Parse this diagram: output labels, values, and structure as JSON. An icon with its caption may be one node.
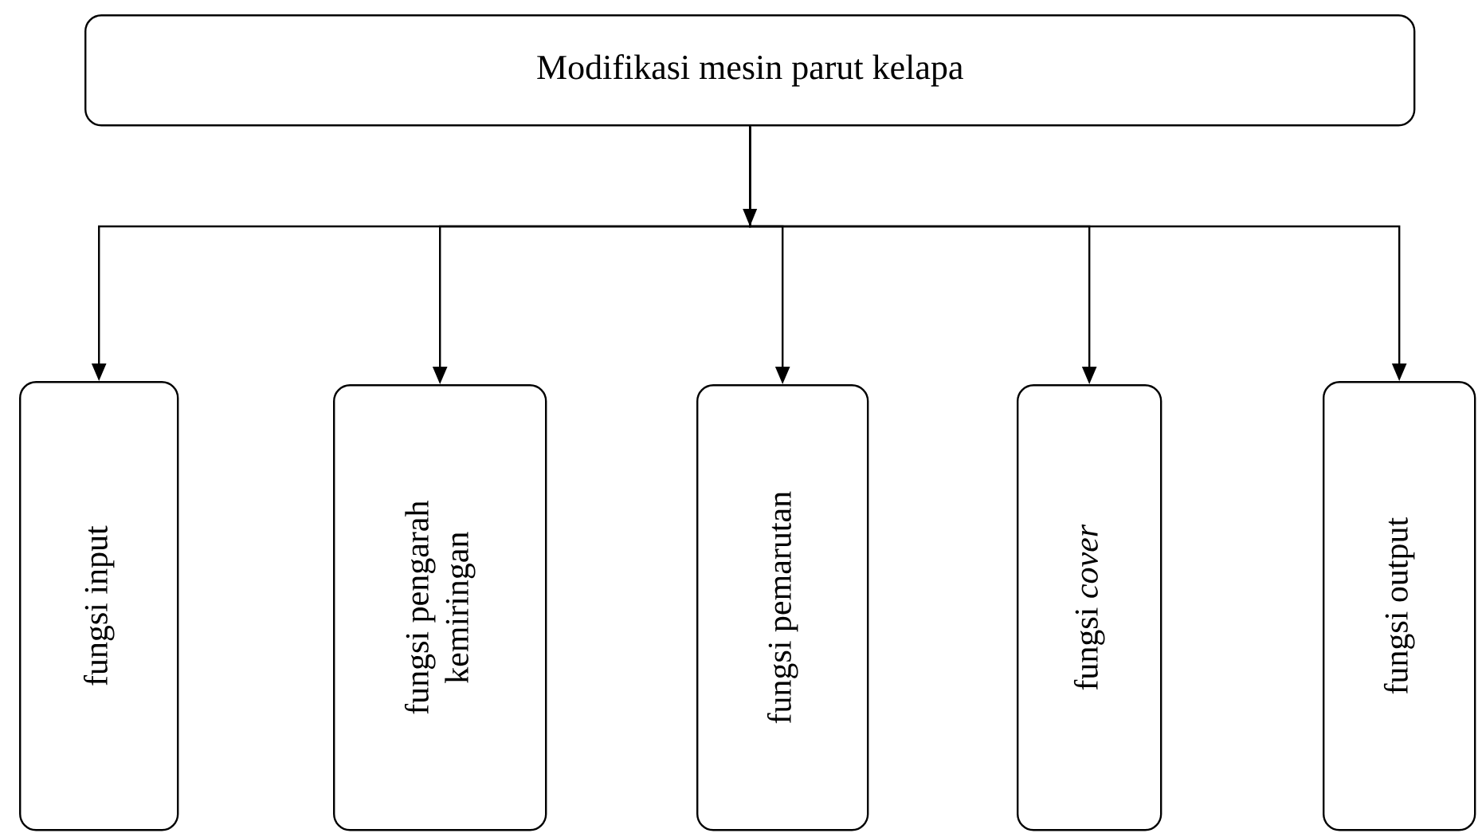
{
  "diagram": {
    "nodes": [
      {
        "text": [
          "Modifikasi mesin parut kelapa"
        ]
      },
      {
        "text": [
          "fungsi input"
        ]
      },
      {
        "text": [
          "fungsi pengarah kemiringan"
        ]
      },
      {
        "text": [
          "fungsi pemarutan"
        ]
      },
      {
        "text": [
          "fungsi *cover*"
        ]
      },
      {
        "text": [
          "fungsi output"
        ]
      }
    ],
    "edges": [
      {
        "from": 0,
        "to": 1,
        "arrow": "to"
      },
      {
        "from": 0,
        "to": 2,
        "arrow": "to"
      },
      {
        "from": 0,
        "to": 3,
        "arrow": "to"
      },
      {
        "from": 0,
        "to": 4,
        "arrow": "to"
      },
      {
        "from": 0,
        "to": 5,
        "arrow": "to"
      }
    ]
  }
}
